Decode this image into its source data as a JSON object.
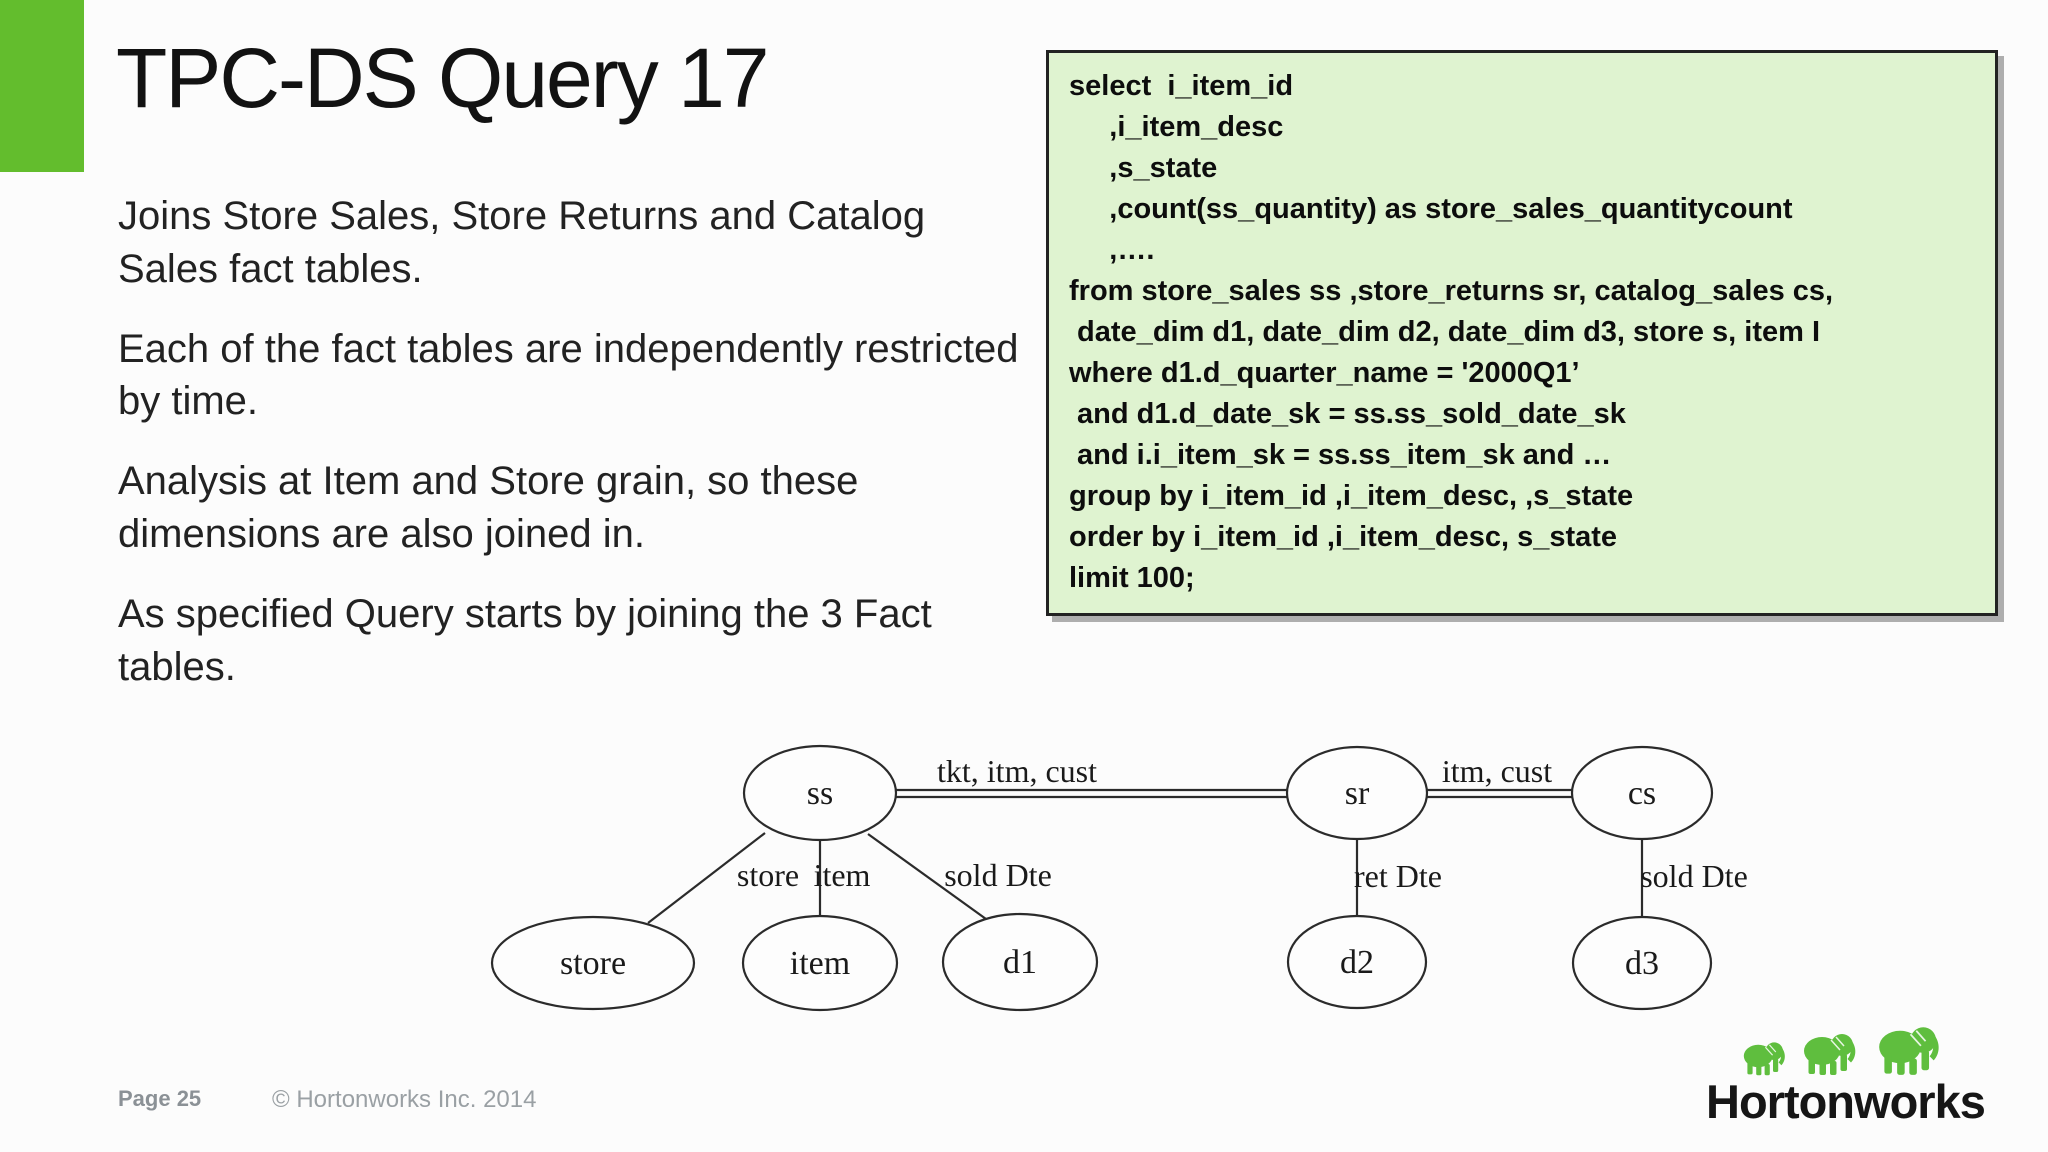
{
  "slide": {
    "title": "TPC-DS Query 17",
    "paragraphs": [
      "Joins Store Sales, Store Returns and Catalog Sales fact tables.",
      "Each of the fact tables are independently restricted by time.",
      "Analysis at Item and Store grain, so these dimensions are also joined in.",
      "As specified Query starts by joining the 3 Fact tables."
    ]
  },
  "sql_box": {
    "lines": [
      "select  i_item_id",
      "     ,i_item_desc",
      "     ,s_state",
      "     ,count(ss_quantity) as store_sales_quantitycount",
      "     ,….",
      "from store_sales ss ,store_returns sr, catalog_sales cs,",
      " date_dim d1, date_dim d2, date_dim d3, store s, item I",
      "where d1.d_quarter_name = '2000Q1’",
      " and d1.d_date_sk = ss.ss_sold_date_sk",
      " and i.i_item_sk = ss.ss_item_sk and …",
      "group by i_item_id ,i_item_desc, ,s_state",
      "order by i_item_id ,i_item_desc, s_state",
      "limit 100;"
    ]
  },
  "diagram": {
    "nodes": {
      "ss": "ss",
      "sr": "sr",
      "cs": "cs",
      "store": "store",
      "item": "item",
      "d1": "d1",
      "d2": "d2",
      "d3": "d3"
    },
    "edge_labels": {
      "ss_sr": "tkt, itm, cust",
      "sr_cs": "itm, cust",
      "ss_store": "store",
      "ss_item": "item",
      "ss_d1": "sold Dte",
      "sr_d2": "ret Dte",
      "cs_d3": "sold Dte"
    }
  },
  "footer": {
    "page_label": "Page 25",
    "copyright": "© Hortonworks Inc. 2014"
  },
  "logo": {
    "text": "Hortonworks",
    "elephant_icon": "elephant"
  },
  "colors": {
    "accent_green": "#63BD2D",
    "logo_green": "#5FBE3E",
    "sql_box_bg": "#DFF3D0",
    "sql_box_border": "#222222",
    "footer_gray": "#9AA0A4"
  }
}
